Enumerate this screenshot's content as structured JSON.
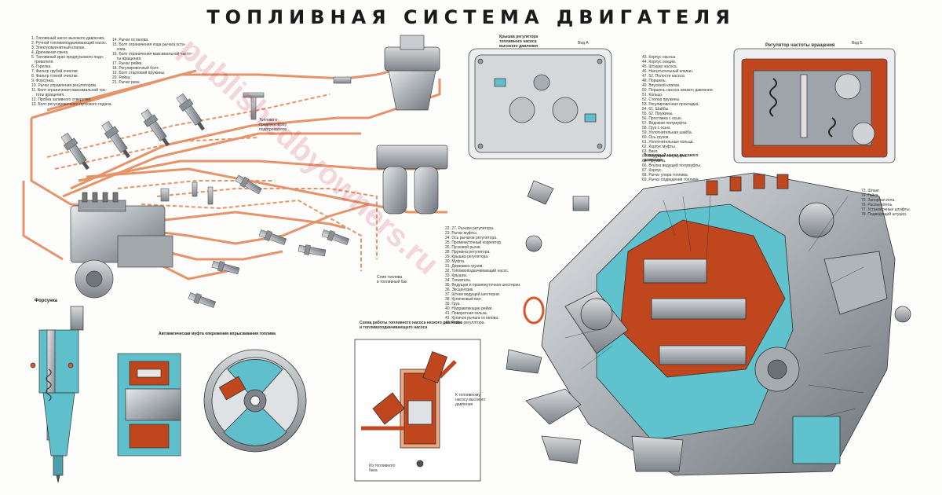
{
  "poster": {
    "title": "ТОПЛИВНАЯ СИСТЕМА ДВИГАТЕЛЯ",
    "colors": {
      "fuel_line": "#e08a5a",
      "pump_red": "#c0461e",
      "pump_cyan": "#63c5cf",
      "metal": "#bfc3c6",
      "dark": "#4a4f55"
    }
  },
  "legend_main": "1. Топливный насос высокого давления.\n2. Ручной топливоподкачивающий насос.\n3. Электромагнитный клапан.\n4. Дренажная свеча.\n5. Топливный кран предпускового подо-\n   гревателя.\n6. Горелка.\n7. Фильтр грубой очистки.\n8. Фильтр тонкой очистки.\n9. Форсунка.\n10. Рычаг управления регулятором.\n11. Болт ограничения максимальной час-\n    тоты вращения.\n12. Пробка заливного отверстия.\n13. Болт регулировочного пускового подача.",
  "legend_main2": "14. Рычаг останова.\n15. Болт ограничения хода рычага оста-\n    нова.\n16. Болт ограничения максимальной часто-\n    ты вращения.\n17. Рычаг рейки.\n18. Регулировочный болт.\n19. Болт стартовой пружины.\n20. Рейка.\n21. Рычаг реек.",
  "legend_mid": "22. 27. Рычаги регулятора.\n23. Рычаг муфты.\n24. Ось рычагов регулятора.\n25. Промежуточный корректор.\n26. Пусковой рычаг.\n28. Пружина регулятора.\n29. Крышка регулятора.\n30. Муфта.\n31. Державка грузов.\n32. Топливоподкачивающий насос.\n33. Крышка.\n34. Толкатель.\n35. Ведущая и промежуточная шестерни.\n36. Эксцентрик.\n37. Штоки ведущей шестерни.\n38. Кулачковый вал.\n39. Груз.\n40. Направляющие рейки.\n41. Поворотная гильза.\n42. Кулачок рычага останова.\n43. Рейка регулятора.",
  "legend_right": "43. Корпус насоса.\n44. Корпус секции.\n45. Штуцер насоса.\n46. Нагнетательный клапан.\n47. 52. Полости насоса.\n48. Поршень.\n49. Впускной клапан.\n50. Поршень насоса низкого давления.\n51. Кольцо.\n52. Стопор пружины.\n53. Регулировочная прокладка.\n54. 61. Шайбы.\n55. 62. Пружины.\n56. Проставка с осью.\n57. Ведомая полумуфта.\n58. Груз с осью.\n59. Уплотнительная шайба.\n60. Ось грузов.\n61. Уплотнительные кольца.\n62. Корпус муфты.\n63. Винт.\n64. Ведущая полумуфта.\n65. Пружина.\n66. Втулка ведущей полумуфты.\n67. Корпус.\n68. Рычаг упора топлива.\n69. Рычаг подведения топлива.",
  "legend_far_right": "73. Шланг.\n74. Гайка.\n75. Запорная игла.\n76. Распылитель.\n77. Установочные штифты.\n78. Подводящий штуцер.",
  "labels": {
    "regulator_cover": "Крышка регулятора\nтопливного насоса\nвысокого давления",
    "speed_regulator": "Регулятор частоты вращения",
    "hp_pump": "Топливный насос высокого\nдавления",
    "injector": "Форсунка",
    "auto_coupling": "Автоматическая муфта опережения впрыскивания топлива",
    "pump_scheme": "Схема работы топливного насоса низкого давления\nи топливоподкачивающего насоса",
    "view_a": "Вид А",
    "view_b": "Вид Б",
    "drain": "Слив топлива\nв топливный бак",
    "to_heater": "Топливо к\nпредпусковому\nподогревателю",
    "to_hp": "К топливному\nнасосу высокого\nдавления",
    "from_tank": "Из топливного\nбака"
  },
  "watermark": "publishedbyowners.ru"
}
